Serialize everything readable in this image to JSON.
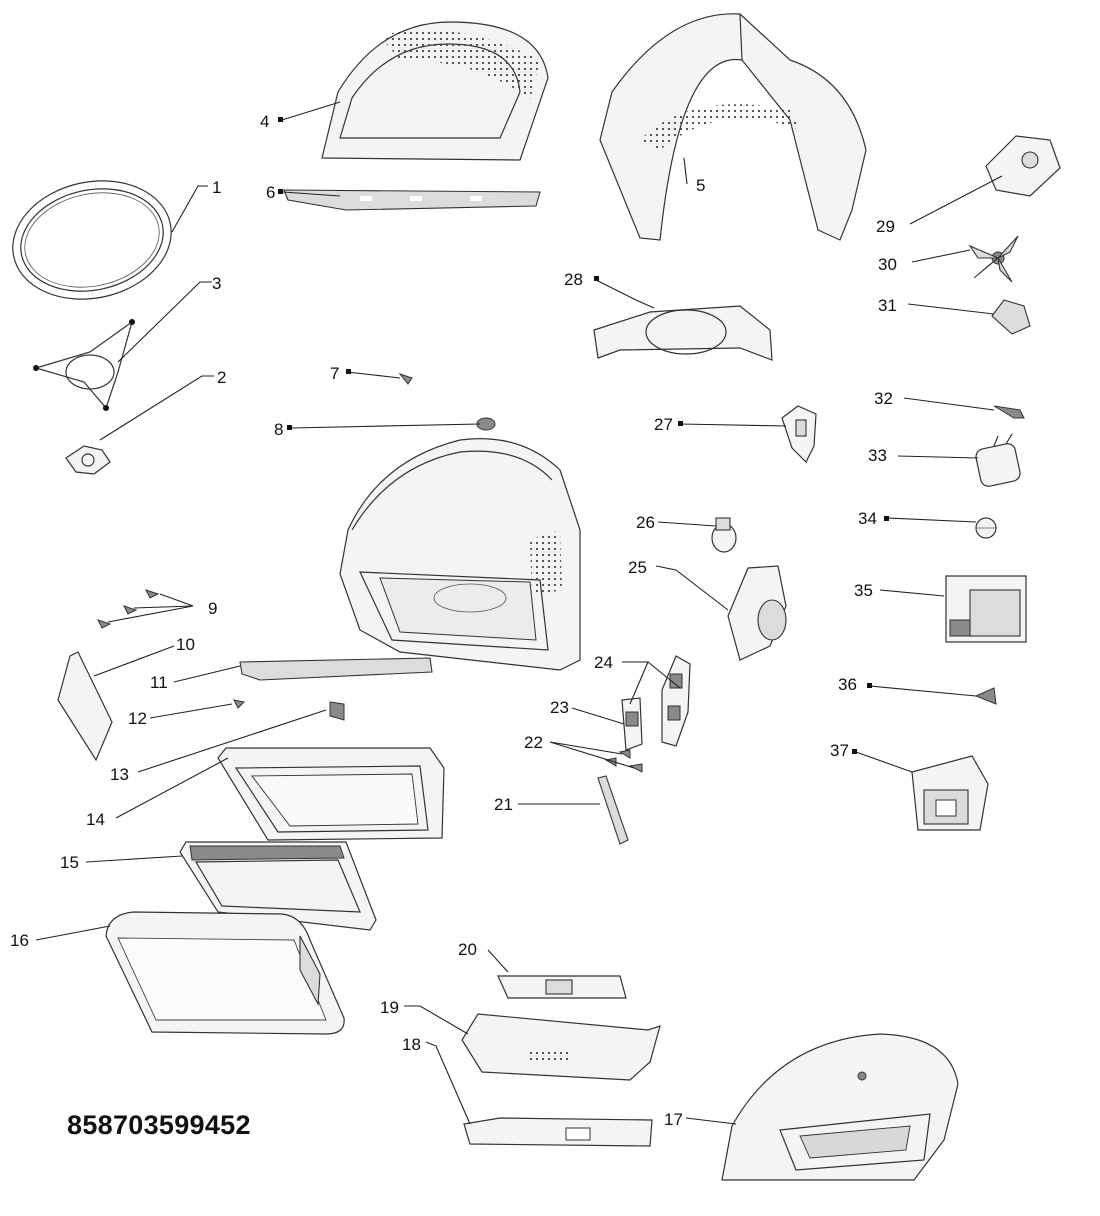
{
  "model_number": "858703599452",
  "part_labels": {
    "p1": "1",
    "p2": "2",
    "p3": "3",
    "p4": "4",
    "p5": "5",
    "p6": "6",
    "p7": "7",
    "p8": "8",
    "p9": "9",
    "p10": "10",
    "p11": "11",
    "p12": "12",
    "p13": "13",
    "p14": "14",
    "p15": "15",
    "p16": "16",
    "p17": "17",
    "p18": "18",
    "p19": "19",
    "p20": "20",
    "p21": "21",
    "p22": "22",
    "p23": "23",
    "p24": "24",
    "p25": "25",
    "p26": "26",
    "p27": "27",
    "p28": "28",
    "p29": "29",
    "p30": "30",
    "p31": "31",
    "p32": "32",
    "p33": "33",
    "p34": "34",
    "p35": "35",
    "p36": "36",
    "p37": "37"
  }
}
